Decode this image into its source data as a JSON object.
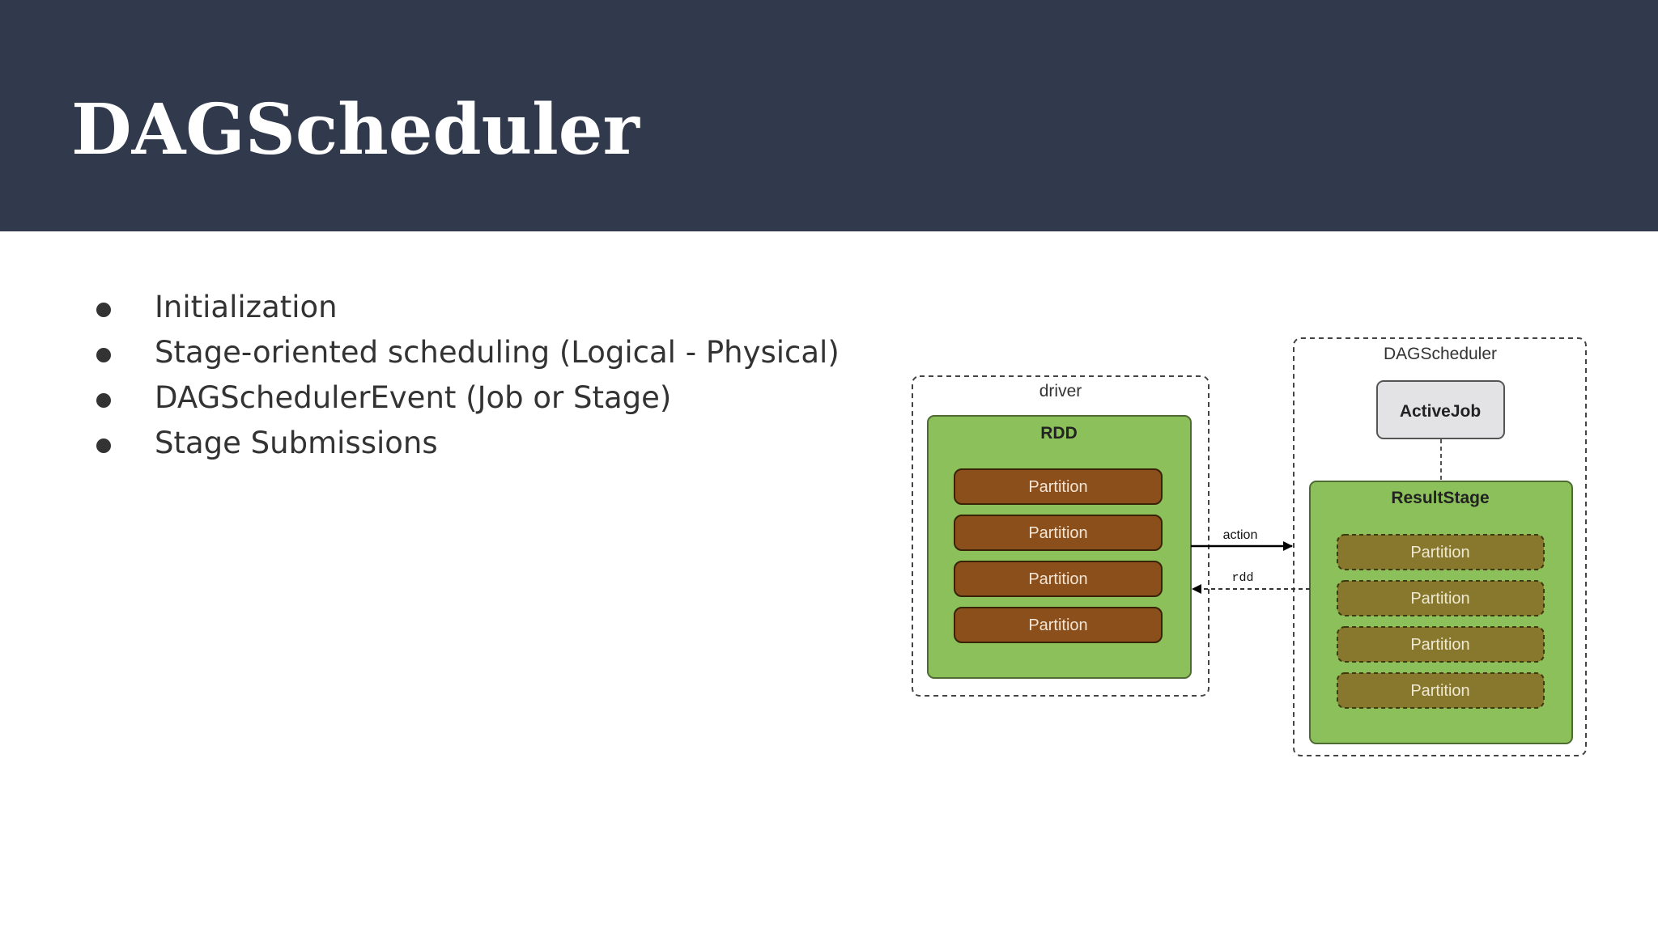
{
  "slide": {
    "title": "DAGScheduler",
    "bullets": [
      "Initialization",
      "Stage-oriented scheduling (Logical - Physical)",
      "DAGSchedulerEvent (Job or Stage)",
      "Stage Submissions"
    ]
  },
  "diagram": {
    "driver_label": "driver",
    "rdd_label": "RDD",
    "rdd_partitions": [
      "Partition",
      "Partition",
      "Partition",
      "Partition"
    ],
    "scheduler_label": "DAGScheduler",
    "active_job_label": "ActiveJob",
    "result_stage_label": "ResultStage",
    "stage_partitions": [
      "Partition",
      "Partition",
      "Partition",
      "Partition"
    ],
    "action_label": "action",
    "rdd_arrow_label": "rdd"
  },
  "colors": {
    "header_background": "#31394c",
    "title_text": "#ffffff",
    "body_text": "#333333",
    "container_green": "#8cc05b",
    "rdd_partition_brown": "#8b4f1b",
    "stage_partition_olive": "#87782e",
    "active_job_gray": "#e3e3e6"
  }
}
